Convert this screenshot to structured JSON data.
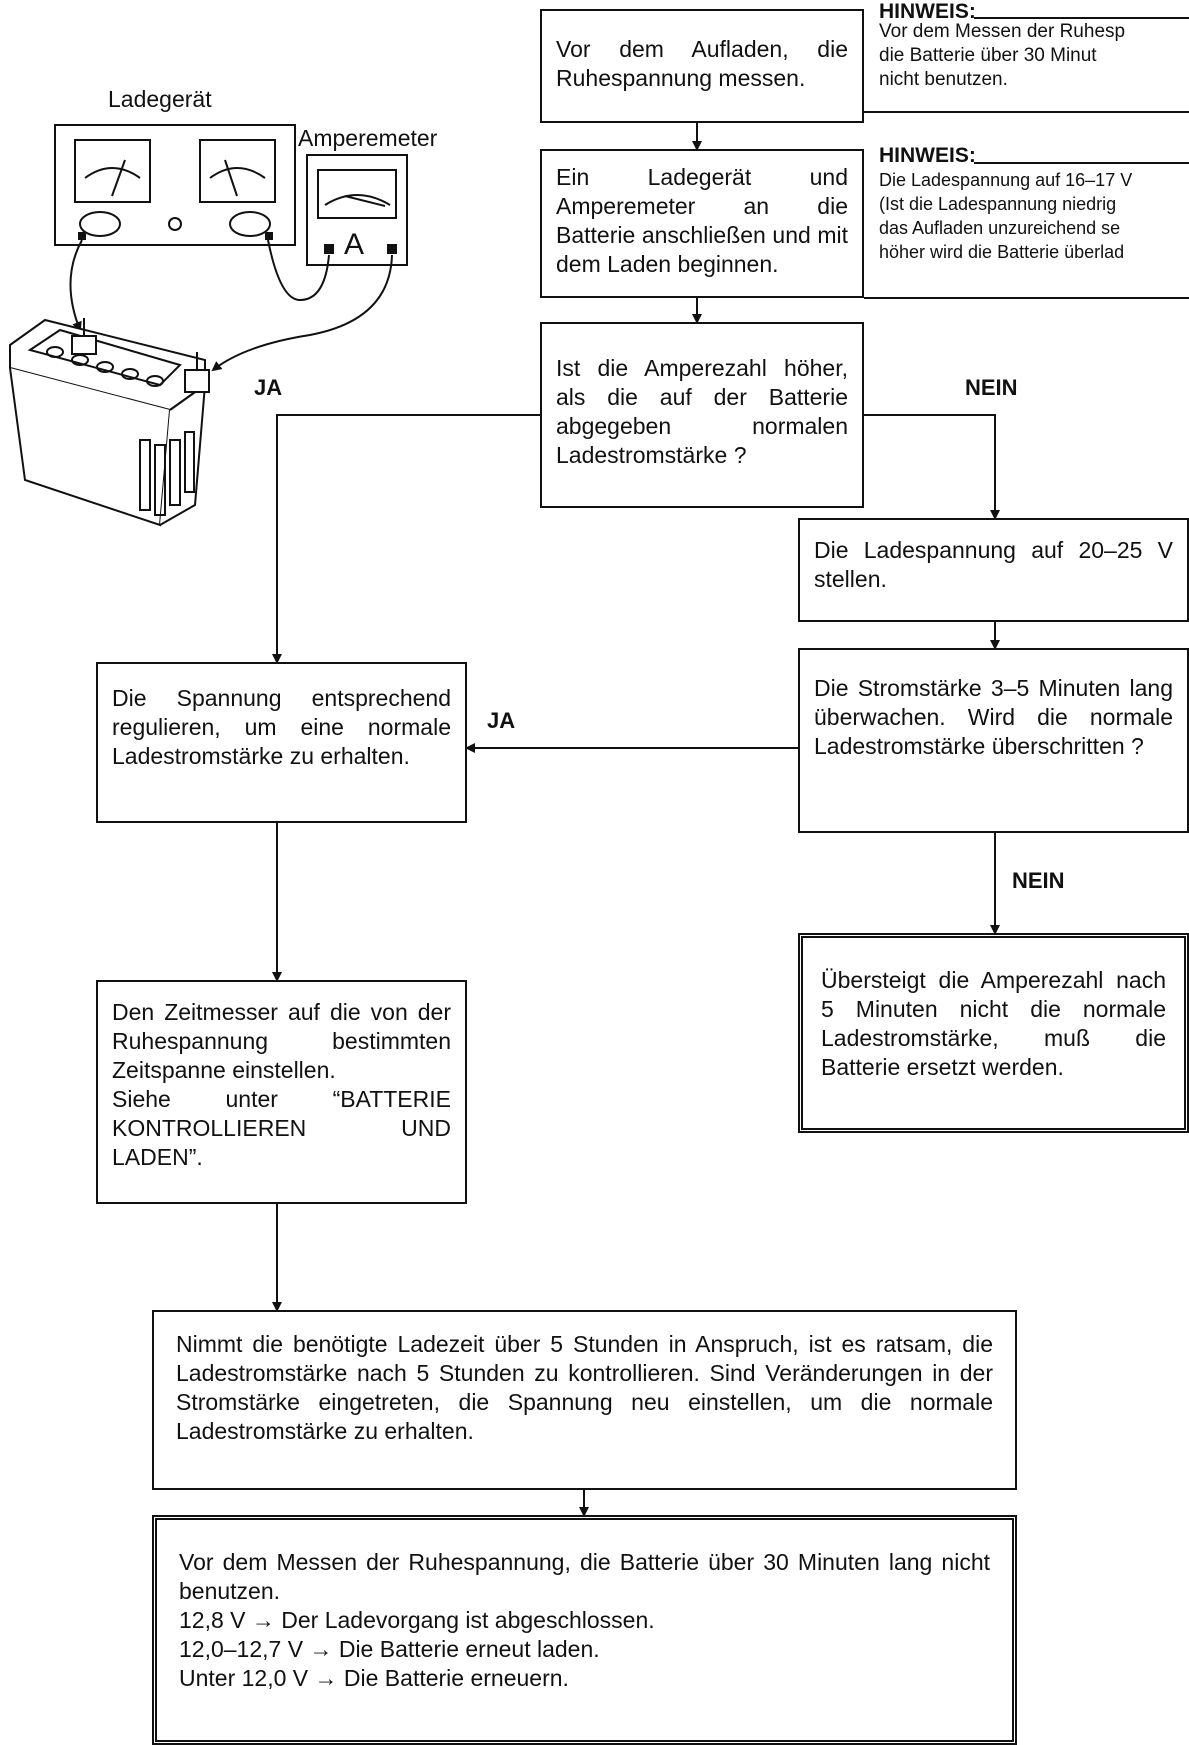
{
  "illustration": {
    "charger_label": "Ladegerät",
    "ammeter_label": "Amperemeter",
    "ammeter_symbol": "A"
  },
  "notes": [
    {
      "title": "HINWEIS:",
      "text": "Vor dem Messen der Ruhesp\ndie Batterie über 30 Minut\nnicht benutzen."
    },
    {
      "title": "HINWEIS:",
      "text": "Die Ladespannung auf 16–17 V\n(Ist die Ladespannung niedrig\ndas Aufladen unzureichend se\nhöher wird die Batterie überlad"
    }
  ],
  "flow": {
    "step_measure": "Vor dem Aufladen, die Ruhespannung messen.",
    "step_connect": "Ein Ladegerät und Amperemeter an die Batterie anschließen und mit dem Laden beginnen.",
    "question_amps": "Ist die Amperezahl höher, als die auf der Batterie abgegeben normalen Ladestromstärke ?",
    "step_set_voltage": "Die Ladespannung auf 20–25 V stellen.",
    "question_monitor": "Die Stromstärke 3–5 Minuten lang überwachen. Wird die normale Ladestromstärke überschritten ?",
    "step_regulate": "Die Spannung entsprechend regulieren, um eine normale Ladestromstärke zu erhalten.",
    "result_replace": "Übersteigt die Amperezahl nach 5 Minuten nicht die normale Ladestromstärke, muß die Batterie ersetzt werden.",
    "step_timer": "Den Zeitmesser auf die von der Ruhespannung bestimmten Zeitspanne einstellen.\nSiehe unter “BATTERIE KONTROLLIEREN UND LADEN”.",
    "step_check": "Nimmt die benötigte Ladezeit über 5 Stunden in Anspruch, ist es ratsam, die Ladestromstärke nach 5 Stunden zu kontrollieren. Sind Veränderungen in der Stromstärke eingetreten, die Spannung neu einstellen, um die normale Ladestromstärke zu erhalten.",
    "final_text": "Vor dem Messen der Ruhespannung, die Batterie über 30 Minuten lang nicht benutzen.\n12,8 V → Der Ladevorgang ist abgeschlossen.\n12,0–12,7 V → Die Batterie erneut laden.\nUnter 12,0 V → Die Batterie erneuern."
  },
  "labels": {
    "yes_1": "JA",
    "no_1": "NEIN",
    "yes_2": "JA",
    "no_2": "NEIN"
  }
}
